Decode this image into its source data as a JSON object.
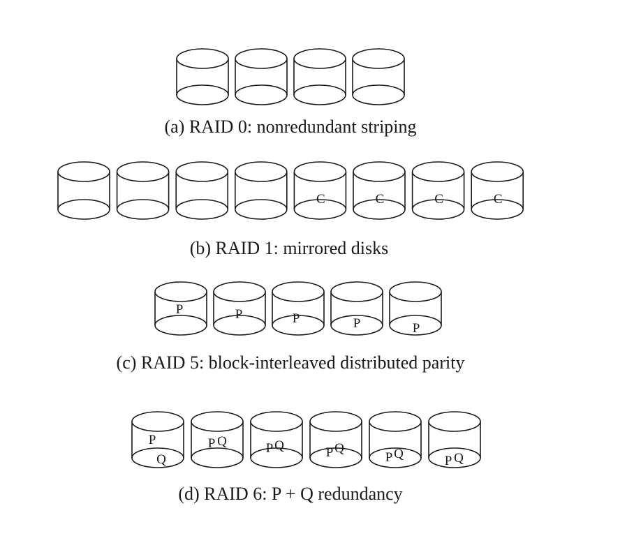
{
  "colors": {
    "stroke": "#1a1a1a",
    "background": "#ffffff",
    "text": "#1a1a1a"
  },
  "raid0": {
    "caption": "(a) RAID 0: nonredundant striping",
    "disks": [
      {
        "labels": []
      },
      {
        "labels": []
      },
      {
        "labels": []
      },
      {
        "labels": []
      }
    ]
  },
  "raid1": {
    "caption": "(b) RAID 1: mirrored disks",
    "disks": [
      {
        "labels": []
      },
      {
        "labels": []
      },
      {
        "labels": []
      },
      {
        "labels": []
      },
      {
        "labels": [
          "C"
        ]
      },
      {
        "labels": [
          "C"
        ]
      },
      {
        "labels": [
          "C"
        ]
      },
      {
        "labels": [
          "C"
        ]
      }
    ]
  },
  "raid5": {
    "caption": "(c) RAID 5: block-interleaved distributed parity",
    "disks": [
      {
        "labels": [
          "P"
        ]
      },
      {
        "labels": [
          "P"
        ]
      },
      {
        "labels": [
          "P"
        ]
      },
      {
        "labels": [
          "P"
        ]
      },
      {
        "labels": [
          "P"
        ]
      }
    ]
  },
  "raid6": {
    "caption": "(d) RAID 6: P + Q redundancy",
    "disks": [
      {
        "labels": [
          "P",
          "Q"
        ]
      },
      {
        "labels": [
          "P",
          "Q"
        ]
      },
      {
        "labels": [
          "P",
          "Q"
        ]
      },
      {
        "labels": [
          "P",
          "Q"
        ]
      },
      {
        "labels": [
          "P",
          "Q"
        ]
      },
      {
        "labels": [
          "P",
          "Q"
        ]
      }
    ]
  }
}
